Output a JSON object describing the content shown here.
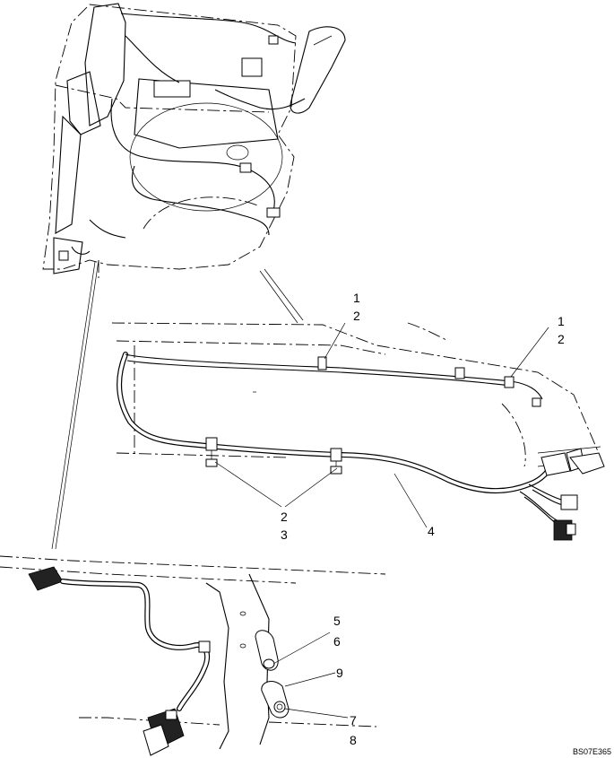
{
  "callouts": {
    "c1a": "1",
    "c2a": "2",
    "c1b": "1",
    "c2b": "2",
    "c2c": "2",
    "c3": "3",
    "c4": "4",
    "c5": "5",
    "c6": "6",
    "c9": "9",
    "c7": "7",
    "c8": "8"
  },
  "reference_code": "BS07E365"
}
